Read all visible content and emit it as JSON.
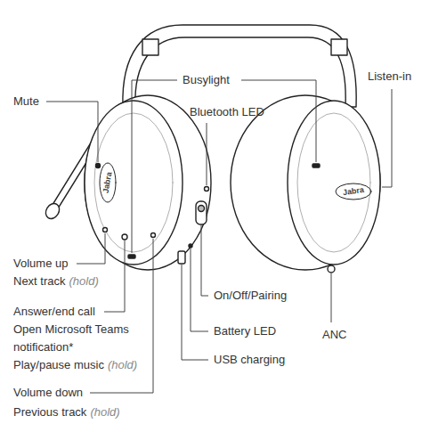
{
  "diagram": {
    "labels": [
      "Mute",
      "Busylight",
      "Bluetooth LED",
      "Listen-in",
      "Volume up",
      "Next track",
      "(hold)",
      "Answer/end call",
      "Open Microsoft Teams notification*",
      "Play/pause music",
      "(hold)",
      "Volume down",
      "Previous track",
      "(hold)",
      "On/Off/Pairing",
      "Battery LED",
      "USB charging",
      "ANC",
      "Jabra",
      "Jabra"
    ]
  }
}
